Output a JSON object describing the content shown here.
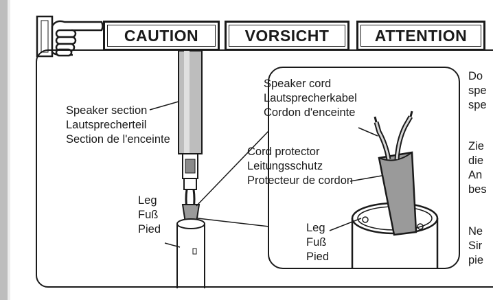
{
  "badges": {
    "caution": "CAUTION",
    "vorsicht": "VORSICHT",
    "attention": "ATTENTION"
  },
  "labels": {
    "speaker_section": [
      "Speaker section",
      "Lautsprecherteil",
      "Section de l'enceinte"
    ],
    "leg_left": [
      "Leg",
      "Fuß",
      "Pied"
    ],
    "speaker_cord": [
      "Speaker cord",
      "Lautsprecherkabel",
      "Cordon d'enceinte"
    ],
    "cord_protector": [
      "Cord protector",
      "Leitungsschutz",
      "Protecteur de cordon"
    ],
    "leg_inset": [
      "Leg",
      "Fuß",
      "Pied"
    ]
  },
  "side_text": {
    "block1": [
      "Do",
      "spe",
      "spe"
    ],
    "block2": [
      "Zie",
      "die",
      "An",
      "bes"
    ],
    "block3": [
      "Ne",
      "Sir",
      "pie"
    ]
  },
  "icons": {
    "hand": "pointing-hand-icon"
  },
  "colors": {
    "line": "#1a1a1a",
    "tube_fill": "#bdbdbd",
    "protector_fill": "#9a9a9a",
    "side_bar": "#bdbdbd"
  }
}
